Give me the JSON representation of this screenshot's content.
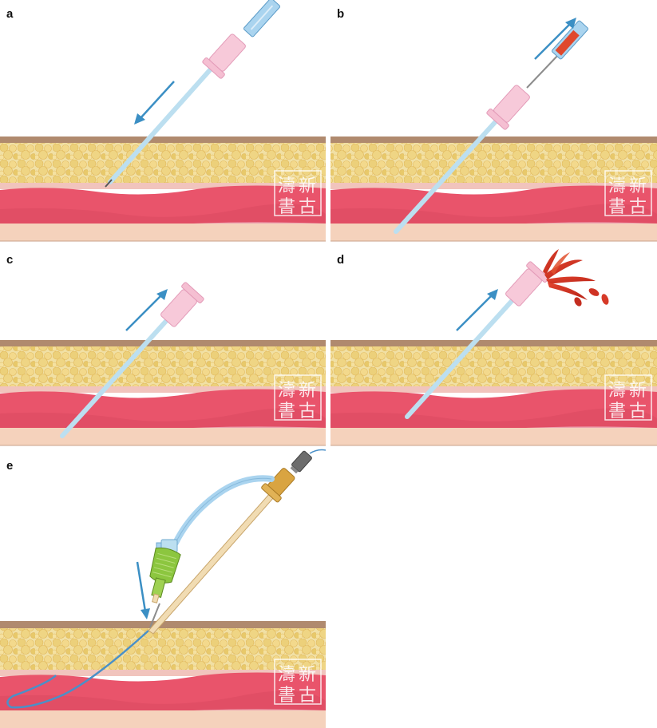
{
  "panels": [
    {
      "label": "a"
    },
    {
      "label": "b"
    },
    {
      "label": "c"
    },
    {
      "label": "d"
    },
    {
      "label": "e"
    }
  ],
  "watermark": {
    "glyphs": [
      "濤",
      "新",
      "書",
      "古"
    ]
  },
  "colors": {
    "skin": "#b08a6e",
    "fat": "#f2e2a0",
    "fat_lobule": "#e8c96a",
    "dermis": "#f4c9c2",
    "muscle": "#e9546b",
    "muscle_dark": "#c94457",
    "base": "#f5d2bc",
    "sheath": "#bcdff0",
    "sheath_edge": "#7fb6d6",
    "hub": "#f7c9d9",
    "hub_edge": "#e39bb8",
    "arrow": "#3b8fc4",
    "blood": "#d93a2c",
    "cannula": "#f1dcb3",
    "cannula_edge": "#c8a56a",
    "brass": "#d9a441",
    "handle": "#8cc63f",
    "catheter": "#4a90c8",
    "connector": "#6d6d6d"
  }
}
